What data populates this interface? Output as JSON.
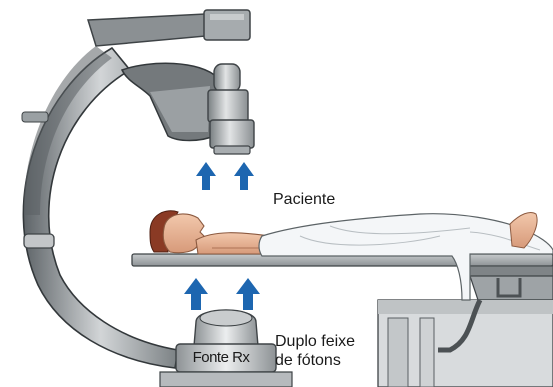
{
  "labels": {
    "patient": "Paciente",
    "dual_beam_line1": "Duplo feixe",
    "dual_beam_line2": "de fótons",
    "source": "Fonte Rx"
  },
  "colors": {
    "arm_dark": "#6e7478",
    "arm_light": "#c9ccce",
    "arm_mid": "#9ea3a6",
    "table_top": "#a8adb0",
    "sheet": "#f4f6f8",
    "skin": "#e8b89a",
    "hair": "#8a3a24",
    "arrow": "#1d66b0"
  }
}
